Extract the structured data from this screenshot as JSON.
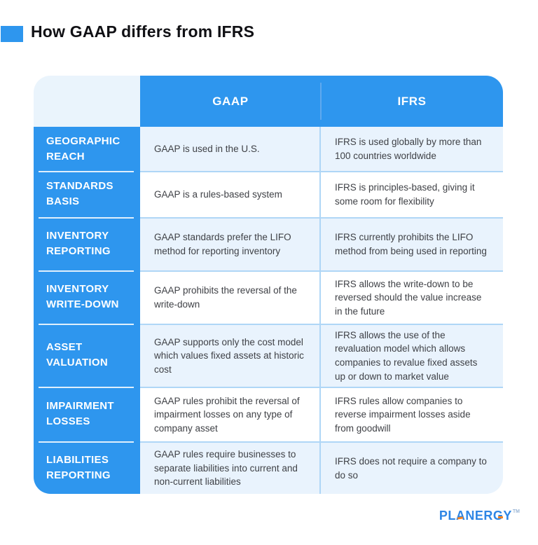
{
  "page": {
    "title": "How GAAP differs from IFRS"
  },
  "table": {
    "columns": [
      "",
      "GAAP",
      "IFRS"
    ],
    "rows": [
      {
        "label": "GEOGRAPHIC REACH",
        "gaap": "GAAP is used in the U.S.",
        "ifrs": "IFRS is used globally by more than 100 countries worldwide"
      },
      {
        "label": "STANDARDS BASIS",
        "gaap": "GAAP is a rules-based system",
        "ifrs": "IFRS is principles-based, giving it some room for flexibility"
      },
      {
        "label": "INVENTORY REPORTING",
        "gaap": "GAAP standards prefer the LIFO method for reporting inventory",
        "ifrs": "IFRS currently prohibits the LIFO method from being used in reporting"
      },
      {
        "label": "INVENTORY WRITE-DOWN",
        "gaap": "GAAP prohibits the reversal of the write-down",
        "ifrs": "IFRS allows the write-down to be reversed should the value increase in the future"
      },
      {
        "label": "ASSET VALUATION",
        "gaap": "GAAP supports only the cost model which values fixed assets at historic cost",
        "ifrs": "IFRS allows the use of the revaluation model which allows companies to revalue fixed assets up or down to market value"
      },
      {
        "label": "IMPAIRMENT LOSSES",
        "gaap": "GAAP rules prohibit the reversal of impairment losses on any type of company asset",
        "ifrs": "IFRS rules allow companies to reverse impairment losses aside from goodwill"
      },
      {
        "label": "LIABILITIES REPORTING",
        "gaap": "GAAP rules require businesses to separate liabilities into current and non-current liabilities",
        "ifrs": "IFRS does not require a company to do so"
      }
    ]
  },
  "footer": {
    "brand": "PLANERGY",
    "trademark": "TM"
  },
  "colors": {
    "accent_blue": "#2E96EE",
    "row_light": "#E9F3FD",
    "row_white": "#FFFFFF",
    "grid_line": "#AFD6F6",
    "header_divider": "#5FA9EE",
    "label_divider": "#DFEFFC",
    "title_text": "#101014",
    "body_text": "#3F4146",
    "logo_blue": "#2E86E5",
    "logo_orange": "#F6821F"
  }
}
